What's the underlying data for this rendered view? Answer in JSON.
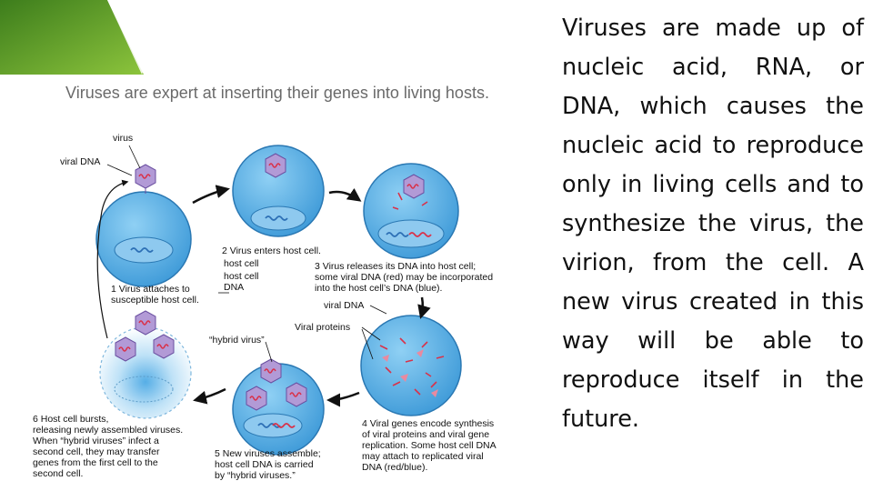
{
  "diagram": {
    "title": "Viruses are expert at inserting their genes into living hosts.",
    "labels": {
      "virus": "virus",
      "viral_dna_top": "viral DNA",
      "step1": "1 Virus attaches to\nsusceptible host cell.",
      "step2": "2 Virus enters host cell.",
      "host_cell_1": "host cell",
      "host_cell_2": "host cell\nDNA",
      "step3": "3 Virus releases its DNA into host cell;\nsome viral DNA (red) may be incorporated\ninto the host cell’s DNA (blue).",
      "viral_dna_mid": "viral DNA",
      "viral_proteins": "Viral proteins",
      "hybrid_virus": "“hybrid virus”",
      "step4": "4 Viral genes encode synthesis\nof viral proteins and viral gene\nreplication. Some host cell DNA\nmay attach to replicated viral\nDNA (red/blue).",
      "step5": "5 New viruses assemble;\nhost cell DNA is carried\nby “hybrid viruses.”",
      "step6": "6 Host cell bursts,\nreleasing newly assembled viruses.\nWhen “hybrid viruses” infect a\nsecond cell, they may transfer\ngenes from the first cell to the\nsecond cell."
    }
  },
  "body_text": "Viruses are made up of nucleic acid, RNA, or DNA, which causes the nucleic acid to reproduce only in living cells and to synthesize the virus, the virion, from the cell. A new virus created in this way will be able to reproduce itself in the future.",
  "colors": {
    "accent_green": "#5a9a2a",
    "cell_blue": "#4aa3df",
    "nucleus_blue": "#8ec9ef",
    "viral_dna_red": "#d9324a",
    "host_dna_blue": "#2d6fb5",
    "capsid_purple": "#a98fcf"
  }
}
